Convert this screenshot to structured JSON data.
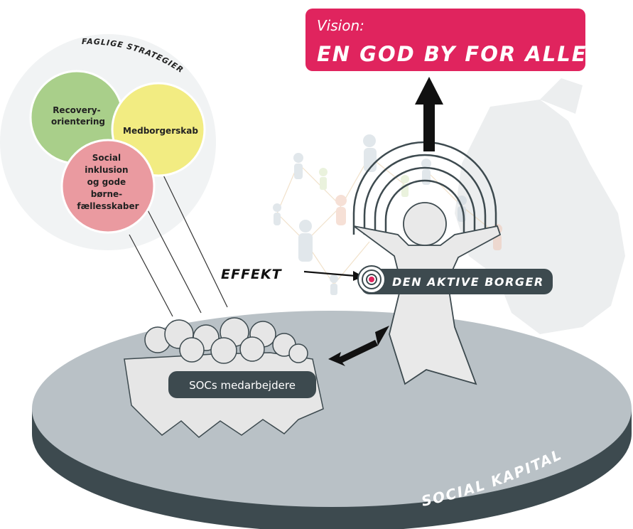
{
  "strategies": {
    "heading": "FAGLIGE STRATEGIER",
    "circles": [
      {
        "label_lines": [
          "Recovery-",
          "orientering"
        ],
        "color": "#a9cf8a"
      },
      {
        "label_lines": [
          "Medborgerskab"
        ],
        "color": "#f2ec82"
      },
      {
        "label_lines": [
          "Social",
          "inklusion",
          "og gode",
          "børne-",
          "fællesskaber"
        ],
        "color": "#ea9aa0"
      }
    ]
  },
  "vision": {
    "title": "Vision:",
    "text": "EN GOD BY FOR ALLE",
    "color": "#e0245e"
  },
  "effect_label": "EFFEKT",
  "citizen_label": "DEN AKTIVE BORGER",
  "staff_label": "SOCs medarbejdere",
  "platform_label": "SOCIAL KAPITAL",
  "colors": {
    "platform_top": "#b9c1c6",
    "platform_side": "#3d4a4f",
    "label_bg": "#3d4a4f",
    "figure": "#e9e9e9",
    "target": "#e0245e"
  }
}
